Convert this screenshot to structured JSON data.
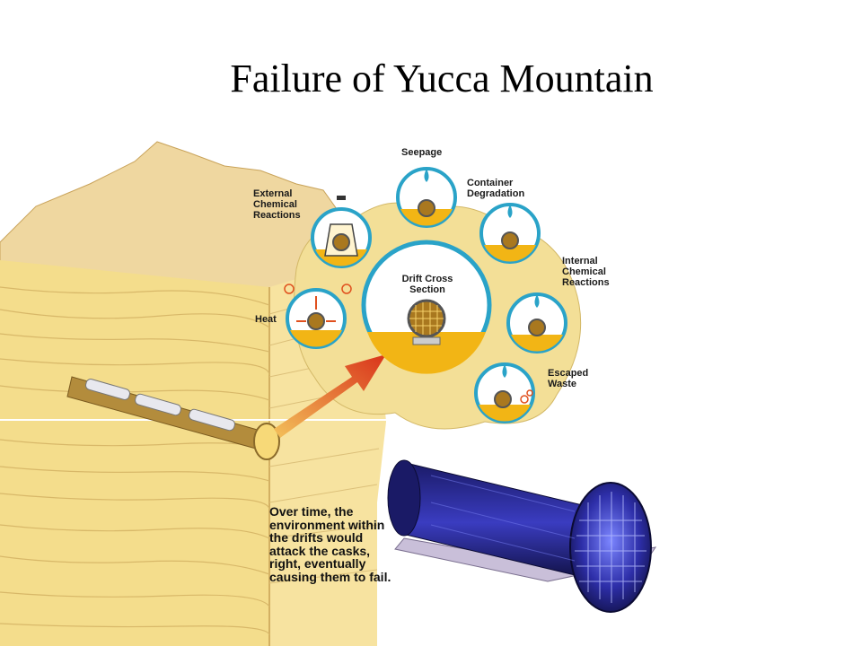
{
  "title": "Failure of Yucca Mountain",
  "labels": {
    "seepage": [
      "Seepage"
    ],
    "container_degradation": [
      "Container",
      "Degradation"
    ],
    "external_chemical_reactions": [
      "External",
      "Chemical",
      "Reactions"
    ],
    "drift_cross_section": [
      "Drift Cross",
      "Section"
    ],
    "internal_chemical_reactions": [
      "Internal",
      "Chemical",
      "Reactions"
    ],
    "heat": [
      "Heat"
    ],
    "escaped_waste": [
      "Escaped",
      "Waste"
    ]
  },
  "caption": [
    "Over time, the",
    "environment within",
    "the drifts would",
    "attack the casks,",
    "right, eventually",
    "causing them to fail."
  ],
  "colors": {
    "rock": "#f3dc8a",
    "rock_shadow": "#d9b862",
    "rock_top": "#f1d9a3",
    "ring": "#2aa3c8",
    "floor": "#f2b515",
    "arrow": "#e0501e",
    "cask": "#2b2ba0"
  }
}
